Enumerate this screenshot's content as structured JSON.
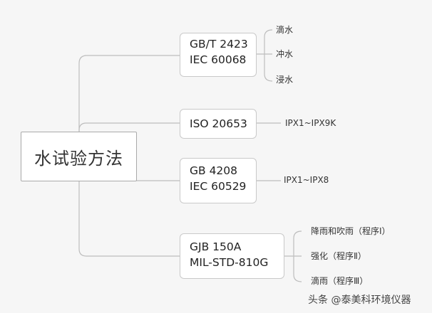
{
  "root": {
    "label": "水试验方法"
  },
  "branches": [
    {
      "lines": [
        "GB/T 2423",
        "IEC 60068"
      ],
      "leaves": [
        "滴水",
        "冲水",
        "浸水"
      ]
    },
    {
      "lines": [
        "ISO 20653"
      ],
      "leaves": [
        "IPX1~IPX9K"
      ]
    },
    {
      "lines": [
        "GB 4208",
        "IEC 60529"
      ],
      "leaves": [
        "IPX1~IPX8"
      ]
    },
    {
      "lines": [
        "GJB 150A",
        "MIL-STD-810G"
      ],
      "leaves": [
        "降雨和吹雨（程序Ⅰ）",
        "强化（程序Ⅱ）",
        "滴雨（程序Ⅲ）"
      ]
    }
  ],
  "watermark": "头条 @泰美科环境仪器",
  "colors": {
    "connector": "#bdbdbd",
    "node_border": "#c9c9c9",
    "background": "#f6f6f6"
  }
}
